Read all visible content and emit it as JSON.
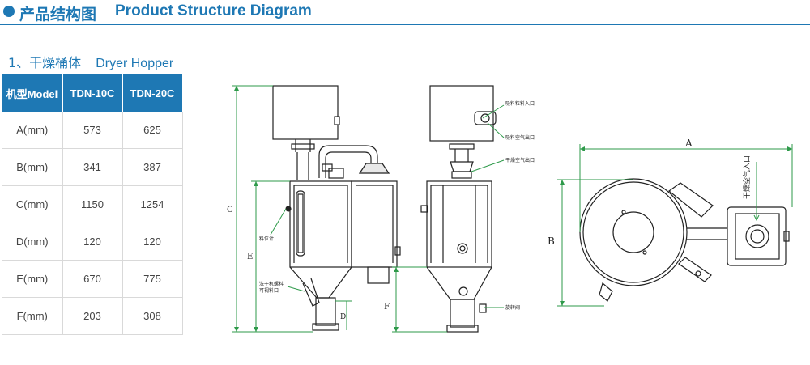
{
  "header": {
    "title_cn": "产品结构图",
    "title_en": "Product Structure Diagram"
  },
  "section": {
    "title_cn": "1、干燥桶体",
    "title_en": "Dryer Hopper"
  },
  "table": {
    "headers": [
      "机型Model",
      "TDN-10C",
      "TDN-20C"
    ],
    "rows": [
      [
        "A(mm)",
        "573",
        "625"
      ],
      [
        "B(mm)",
        "341",
        "387"
      ],
      [
        "C(mm)",
        "1150",
        "1254"
      ],
      [
        "D(mm)",
        "120",
        "120"
      ],
      [
        "E(mm)",
        "670",
        "775"
      ],
      [
        "F(mm)",
        "203",
        "308"
      ]
    ]
  },
  "drawings": {
    "front": {
      "dim_c": "C",
      "dim_e": "E",
      "dim_d": "D",
      "label_window": "料位计",
      "label_discharge_line1": "洗干机螺料",
      "label_discharge_line2": "可视料口"
    },
    "side": {
      "dim_f": "F",
      "label_material_inlet": "吸料粒料入口",
      "label_exhaust_outlet": "吸料空气出口",
      "label_dry_air_outlet": "干燥空气出口",
      "label_valve": "旋转阀"
    },
    "top": {
      "dim_a": "A",
      "dim_b": "B",
      "label_dry_air_inlet": "干燥空气入口"
    }
  },
  "colors": {
    "accent": "#1e78b4",
    "dimension": "#2e9a4a",
    "line": "#222222"
  }
}
